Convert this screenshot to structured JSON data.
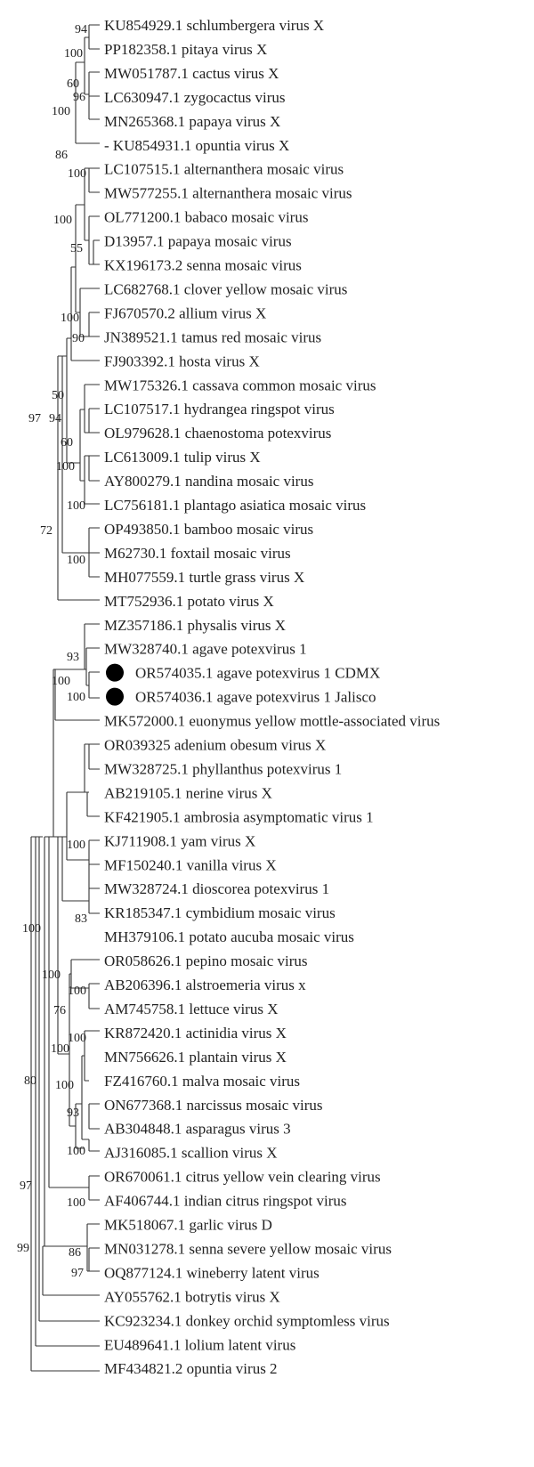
{
  "taxa": [
    "KU854929.1 schlumbergera virus X",
    "PP182358.1 pitaya virus X",
    "MW051787.1 cactus virus X",
    "LC630947.1 zygocactus virus",
    "MN265368.1 papaya virus X",
    "- KU854931.1 opuntia virus X",
    "LC107515.1 alternanthera mosaic virus",
    "MW577255.1 alternanthera mosaic virus",
    "OL771200.1 babaco mosaic virus",
    "D13957.1 papaya mosaic virus",
    "KX196173.2 senna mosaic virus",
    "LC682768.1 clover yellow mosaic virus",
    "FJ670570.2 allium virus X",
    "JN389521.1 tamus red mosaic virus",
    "FJ903392.1 hosta virus X",
    "MW175326.1 cassava common mosaic virus",
    "LC107517.1 hydrangea ringspot virus",
    "OL979628.1 chaenostoma potexvirus",
    "LC613009.1 tulip virus X",
    "AY800279.1 nandina mosaic virus",
    "LC756181.1 plantago asiatica mosaic virus",
    "OP493850.1 bamboo mosaic virus",
    "M62730.1 foxtail mosaic virus",
    "MH077559.1 turtle grass virus X",
    "MT752936.1 potato virus X",
    "MZ357186.1 physalis virus X",
    "MW328740.1 agave potexvirus 1",
    "OR574035.1 agave potexvirus 1 CDMX",
    "OR574036.1 agave potexvirus 1 Jalisco",
    "MK572000.1 euonymus yellow mottle-associated virus",
    "OR039325 adenium obesum virus X",
    "MW328725.1 phyllanthus potexvirus 1",
    "AB219105.1 nerine virus X",
    "KF421905.1 ambrosia asymptomatic virus 1",
    "KJ711908.1 yam virus X",
    "MF150240.1 vanilla virus X",
    "MW328724.1 dioscorea potexvirus 1",
    "KR185347.1 cymbidium mosaic virus",
    "MH379106.1 potato aucuba mosaic virus",
    "OR058626.1 pepino mosaic virus",
    "AB206396.1 alstroemeria virus x",
    "AM745758.1 lettuce virus X",
    "KR872420.1 actinidia virus X",
    "MN756626.1 plantain virus X",
    "FZ416760.1 malva mosaic virus",
    "ON677368.1 narcissus mosaic virus",
    "AB304848.1 asparagus virus 3",
    "AJ316085.1 scallion virus X",
    "OR670061.1 citrus yellow vein clearing virus",
    "AF406744.1 indian citrus ringspot virus",
    "MK518067.1 garlic virus D",
    "MN031278.1 senna severe yellow mosaic virus",
    "OQ877124.1 wineberry latent virus",
    "AY055762.1 botrytis virus X",
    "KC923234.1 donkey orchid symptomless virus",
    "EU489641.1 lolium latent virus",
    "MF434821.2 opuntia virus 2"
  ],
  "marked_taxa": [
    27,
    28
  ],
  "bootstrap_labels": [
    "94",
    "100",
    "60",
    "96",
    "100",
    "86",
    "100",
    "100",
    "55",
    "100",
    "90",
    "50",
    "97",
    "94",
    "60",
    "100",
    "100",
    "72",
    "100",
    "93",
    "100",
    "100",
    "100",
    "83",
    "100",
    "100",
    "76",
    "100",
    "100",
    "100",
    "93",
    "100",
    "100",
    "80",
    "97",
    "86",
    "97",
    "99",
    "100"
  ],
  "colors": {
    "text": "#222222",
    "branch": "#333333",
    "marker": "#000000"
  }
}
